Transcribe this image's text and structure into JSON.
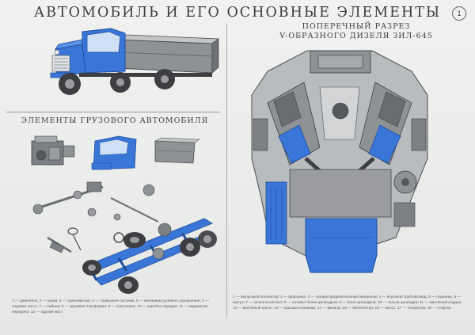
{
  "poster": {
    "title": "АВТОМОБИЛЬ И ЕГО ОСНОВНЫЕ ЭЛЕМЕНТЫ",
    "page_number": "1",
    "left_subtitle": "ЭЛЕМЕНТЫ ГРУЗОВОГО АВТОМОБИЛЯ",
    "right_subtitle_line1": "ПОПЕРЕЧНЫЙ РАЗРЕЗ",
    "right_subtitle_line2": "V-ОБРАЗНОГО ДИЗЕЛЯ ЗИЛ-645"
  },
  "legend_left": "1 — двигатель; 2 — кузов; 3 — трансмиссия; 4 — тормозная система; 5 — механизм рулевого управления; 6 — ходовая часть; 7 — кабина; 8 — грузовая платформа; 9 — сцепление; 10 — коробка передач; 11 — карданная передача; 12 — задний мост",
  "legend_right": "1 — выпускной коллектор; 2 — форсунка; 3 — газораспределительный механизм; 4 — впускной трубопровод; 5 — поршень; 6 — шатун; 7 — коленчатый вал; 8 — головка блока цилиндров; 9 — блок цилиндров; 10 — гильза цилиндра; 11 — масляный поддон; 12 — масляный насос; 13 — крышка клапанов; 14 — фильтр; 15 — вентилятор; 16 — насос; 17 — генератор; 18 — стартер",
  "footer": "",
  "colors": {
    "accent_blue": "#3a76d8",
    "grey_part": "#9a9c9f",
    "dark_part": "#4a4c50",
    "background": "#eceeec"
  },
  "icons": [
    "truck-illustration",
    "engine-cross-section",
    "chassis-frame",
    "cabin-body",
    "engine-block",
    "transmission-parts",
    "steering-parts",
    "wheels"
  ]
}
